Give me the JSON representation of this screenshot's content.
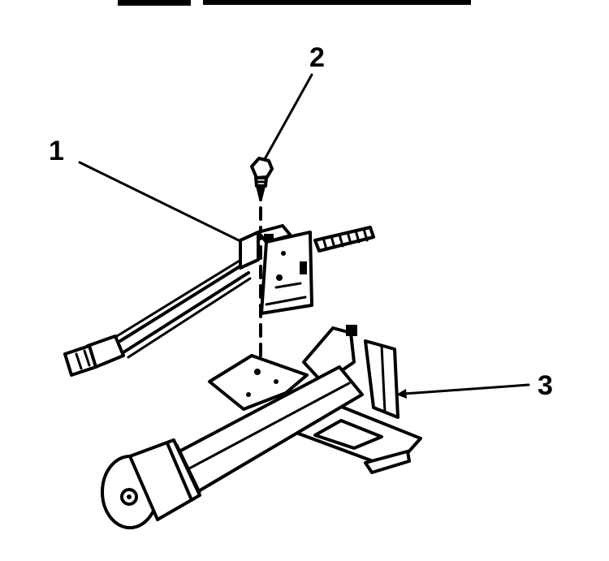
{
  "header": {
    "cropped_title": ""
  },
  "callouts": {
    "one": "1",
    "two": "2",
    "three": "3"
  },
  "colors": {
    "ink": "#000000",
    "paper": "#ffffff"
  }
}
